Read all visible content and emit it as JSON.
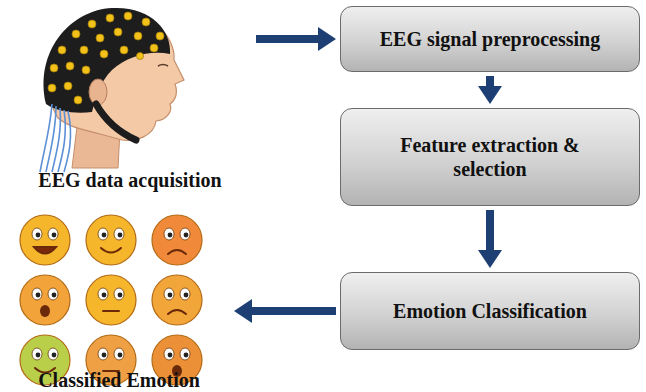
{
  "diagram": {
    "nodes": [
      {
        "text": [
          "EEG data acquisition"
        ]
      },
      {
        "text": [
          "EEG signal preprocessing"
        ]
      },
      {
        "text": [
          "Feature extraction & selection"
        ]
      },
      {
        "text": [
          "Emotion Classification"
        ]
      },
      {
        "text": [
          "Classified Emotion"
        ]
      }
    ],
    "edges": [
      {
        "from": 0,
        "to": 1,
        "arrow": "to"
      },
      {
        "from": 1,
        "to": 2,
        "arrow": "to"
      },
      {
        "from": 2,
        "to": 3,
        "arrow": "to"
      },
      {
        "from": 3,
        "to": 4,
        "arrow": "to"
      }
    ]
  }
}
